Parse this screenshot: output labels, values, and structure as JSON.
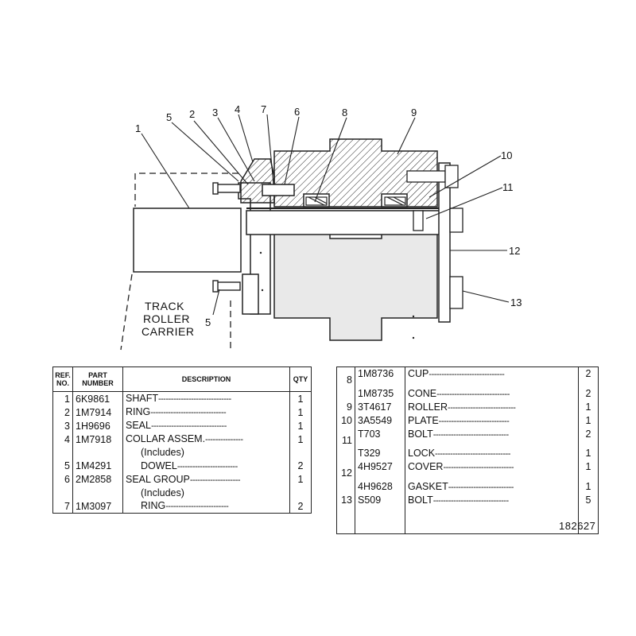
{
  "drawing": {
    "callouts": [
      "1",
      "2",
      "3",
      "4",
      "5",
      "6",
      "7",
      "8",
      "9",
      "10",
      "11",
      "12",
      "13",
      "5"
    ],
    "carrier_label": [
      "TRACK",
      "ROLLER",
      "CARRIER"
    ]
  },
  "parts_table_left": {
    "headers": {
      "ref_line1": "REF.",
      "ref_line2": "NO.",
      "part_line1": "PART",
      "part_line2": "NUMBER",
      "description": "DESCRIPTION",
      "qty": "QTY"
    },
    "rows": [
      {
        "ref": "1",
        "part": "6K9861",
        "desc": "SHAFT",
        "dash": "-----------------------------",
        "qty": "1"
      },
      {
        "ref": "2",
        "part": "1M7914",
        "desc": "RING",
        "dash": "------------------------------",
        "qty": "1"
      },
      {
        "ref": "3",
        "part": "1H9696",
        "desc": "SEAL",
        "dash": "------------------------------",
        "qty": "1"
      },
      {
        "ref": "4",
        "part": "1M7918",
        "desc": "COLLAR ASSEM.",
        "dash": "---------------",
        "qty": "1"
      },
      {
        "ref": "",
        "part": "",
        "desc": "(Includes)",
        "dash": "",
        "qty": ""
      },
      {
        "ref": "5",
        "part": "1M4291",
        "desc": "DOWEL",
        "dash": "------------------------",
        "qty": "2"
      },
      {
        "ref": "6",
        "part": "2M2858",
        "desc": "SEAL GROUP",
        "dash": "--------------------",
        "qty": "1"
      },
      {
        "ref": "",
        "part": "",
        "desc": "(Includes)",
        "dash": "",
        "qty": ""
      },
      {
        "ref": "7",
        "part": "1M3097",
        "desc": "RING",
        "dash": "-------------------------",
        "qty": "2"
      }
    ]
  },
  "parts_table_right": {
    "rows": [
      {
        "ref": "8",
        "part": "1M8736",
        "desc": "CUP",
        "dash": "------------------------------",
        "qty": "2"
      },
      {
        "ref": "",
        "part": "1M8735",
        "desc": "CONE",
        "dash": "-----------------------------",
        "qty": "2"
      },
      {
        "ref": "9",
        "part": "3T4617",
        "desc": "ROLLER",
        "dash": "---------------------------",
        "qty": "1"
      },
      {
        "ref": "10",
        "part": "3A5549",
        "desc": "PLATE",
        "dash": "----------------------------",
        "qty": "1"
      },
      {
        "ref": "11",
        "part": "T703",
        "desc": "BOLT",
        "dash": "------------------------------",
        "qty": "2"
      },
      {
        "ref": "",
        "part": "T329",
        "desc": "LOCK",
        "dash": "------------------------------",
        "qty": "1"
      },
      {
        "ref": "12",
        "part": "4H9527",
        "desc": "COVER",
        "dash": "----------------------------",
        "qty": "1"
      },
      {
        "ref": "",
        "part": "4H9628",
        "desc": "GASKET",
        "dash": "--------------------------",
        "qty": "1"
      },
      {
        "ref": "13",
        "part": "S509",
        "desc": "BOLT",
        "dash": "------------------------------",
        "qty": "5"
      },
      {
        "ref": "",
        "part": "",
        "desc": "",
        "dash": "",
        "qty": ""
      },
      {
        "ref": "",
        "part": "",
        "desc": "",
        "dash": "",
        "qty": ""
      }
    ]
  },
  "figure_number": "182627"
}
